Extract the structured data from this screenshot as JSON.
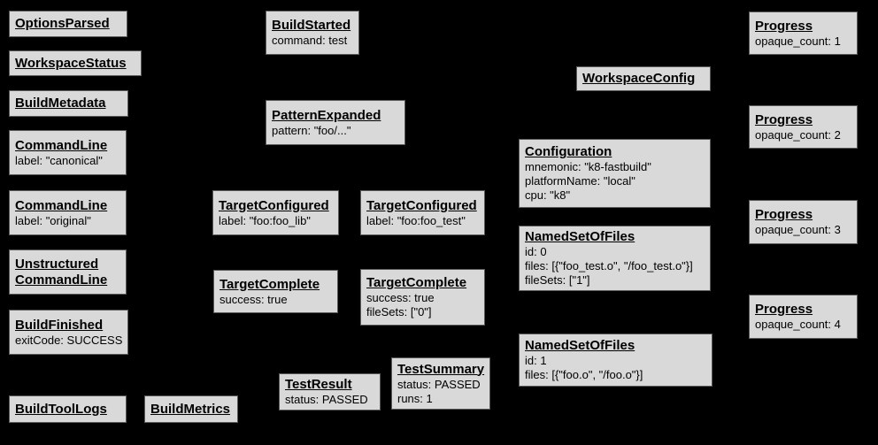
{
  "colors": {
    "background": "#000000",
    "node_fill": "#d9d9d9",
    "node_border": "#5a5a5a",
    "text": "#000000"
  },
  "nodes": {
    "optionsParsed": {
      "title": "OptionsParsed"
    },
    "workspaceStatus": {
      "title": "WorkspaceStatus"
    },
    "buildMetadata": {
      "title": "BuildMetadata"
    },
    "commandLineCanonical": {
      "title": "CommandLine",
      "lines": [
        "label: \"canonical\""
      ]
    },
    "commandLineOriginal": {
      "title": "CommandLine",
      "lines": [
        "label: \"original\""
      ]
    },
    "unstructuredCommandLine": {
      "title": "Unstructured",
      "title2": "CommandLine"
    },
    "buildFinished": {
      "title": "BuildFinished",
      "lines": [
        "exitCode: SUCCESS"
      ]
    },
    "buildToolLogs": {
      "title": "BuildToolLogs"
    },
    "buildMetrics": {
      "title": "BuildMetrics"
    },
    "buildStarted": {
      "title": "BuildStarted",
      "lines": [
        "command: test"
      ]
    },
    "patternExpanded": {
      "title": "PatternExpanded",
      "lines": [
        "pattern: \"foo/...\""
      ]
    },
    "targetConfiguredLib": {
      "title": "TargetConfigured",
      "lines": [
        "label: \"foo:foo_lib\""
      ]
    },
    "targetConfiguredTest": {
      "title": "TargetConfigured",
      "lines": [
        "label: \"foo:foo_test\""
      ]
    },
    "targetCompleteLib": {
      "title": "TargetComplete",
      "lines": [
        "success: true"
      ]
    },
    "targetCompleteTest": {
      "title": "TargetComplete",
      "lines": [
        "success: true",
        "fileSets: [\"0\"]"
      ]
    },
    "testResult": {
      "title": "TestResult",
      "lines": [
        "status: PASSED"
      ]
    },
    "testSummary": {
      "title": "TestSummary",
      "lines": [
        "status: PASSED",
        "runs: 1"
      ]
    },
    "workspaceConfig": {
      "title": "WorkspaceConfig"
    },
    "configuration": {
      "title": "Configuration",
      "lines": [
        "mnemonic: \"k8-fastbuild\"",
        "platformName: \"local\"",
        "cpu: \"k8\""
      ]
    },
    "namedSetOfFiles0": {
      "title": "NamedSetOfFiles",
      "lines": [
        "id: 0",
        "files: [{\"foo_test.o\", \"/foo_test.o\"}]",
        "fileSets: [\"1\"]"
      ]
    },
    "namedSetOfFiles1": {
      "title": "NamedSetOfFiles",
      "lines": [
        "id: 1",
        "files: [{\"foo.o\", \"/foo.o\"}]"
      ]
    },
    "progress1": {
      "title": "Progress",
      "lines": [
        "opaque_count: 1"
      ]
    },
    "progress2": {
      "title": "Progress",
      "lines": [
        "opaque_count: 2"
      ]
    },
    "progress3": {
      "title": "Progress",
      "lines": [
        "opaque_count: 3"
      ]
    },
    "progress4": {
      "title": "Progress",
      "lines": [
        "opaque_count: 4"
      ]
    }
  }
}
